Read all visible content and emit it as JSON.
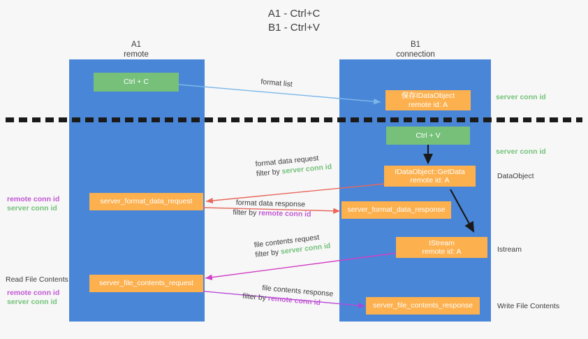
{
  "title": {
    "line1": "A1 - Ctrl+C",
    "line2": "B1 - Ctrl+V"
  },
  "colors": {
    "column": "#4a86d8",
    "green_box": "#76c07a",
    "orange_box": "#fcb04e",
    "server_conn": "#74c27a",
    "remote_conn": "#c159d4",
    "arrow_blue": "#7cb8e8",
    "arrow_red": "#e8675a",
    "arrow_magenta": "#d13fc4",
    "arrow_purple": "#9b4fd8",
    "arrow_black": "#1a1a1a",
    "background": "#f7f7f7"
  },
  "columns": [
    {
      "name": "A1",
      "sub": "remote"
    },
    {
      "name": "B1",
      "sub": "connection"
    }
  ],
  "boxes": {
    "ctrl_c": {
      "line1": "Ctrl + C"
    },
    "ctrl_v": {
      "line1": "Ctrl + V"
    },
    "save_idataobject": {
      "line1": "保存IDataObject",
      "line2": "remote id: A"
    },
    "getdata": {
      "line1": "IDataObject::GetData",
      "line2": "remote id: A"
    },
    "istream": {
      "line1": "IStream",
      "line2": "remote id: A"
    },
    "server_format_data_request": {
      "line1": "server_format_data_request"
    },
    "server_format_data_response": {
      "line1": "server_format_data_response"
    },
    "server_file_contents_request": {
      "line1": "server_file_contents_request"
    },
    "server_file_contents_response": {
      "line1": "server_file_contents_response"
    }
  },
  "arrow_labels": {
    "format_list": "format list",
    "format_data_request": "format data request",
    "format_data_request_filter_pre": "filter by ",
    "format_data_request_filter_key": "server conn id",
    "format_data_response": "format data response",
    "format_data_response_filter_pre": "filter by ",
    "format_data_response_filter_key": "remote conn id",
    "file_contents_request": "file contents request",
    "file_contents_request_filter_pre": "filter by ",
    "file_contents_request_filter_key": "server conn id",
    "file_contents_response": "file contents response",
    "file_contents_response_filter_pre": "filter by ",
    "file_contents_response_filter_key": "remote conn id"
  },
  "right_labels": {
    "server_conn_id_top": "server conn id",
    "server_conn_id_mid": "server conn id",
    "dataobject": "DataObject",
    "istream": "Istream",
    "write_file_contents": "Write File Contents"
  },
  "left_labels": {
    "remote_conn_id_1": "remote conn id",
    "server_conn_id_1": "server conn id",
    "read_file_contents": "Read File Contents",
    "remote_conn_id_2": "remote conn id",
    "server_conn_id_2": "server conn id"
  }
}
